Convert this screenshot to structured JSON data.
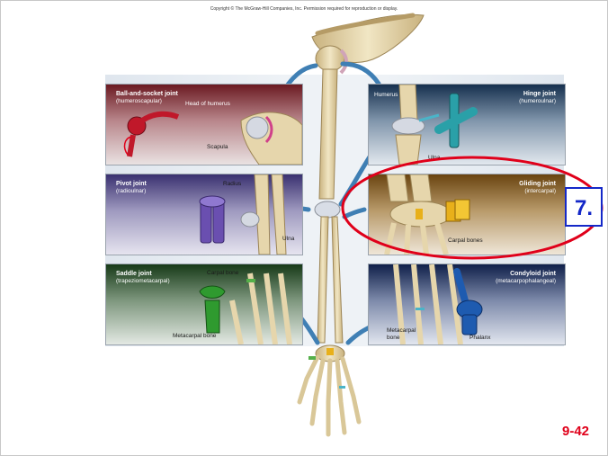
{
  "copyright": "Copyright © The McGraw-Hill Companies, Inc. Permission required for reproduction or display.",
  "panels": {
    "ball_socket": {
      "title": "Ball-and-socket joint",
      "subtitle": "(humeroscapular)",
      "labels": {
        "head_of_humerus": "Head of humerus",
        "scapula": "Scapula"
      }
    },
    "pivot": {
      "title": "Pivot joint",
      "subtitle": "(radioulnar)",
      "labels": {
        "radius": "Radius",
        "ulna": "Ulna"
      }
    },
    "saddle": {
      "title": "Saddle joint",
      "subtitle": "(trapeziometacarpal)",
      "labels": {
        "carpal_bone": "Carpal bone",
        "metacarpal_bone": "Metacarpal bone"
      }
    },
    "hinge": {
      "title": "Hinge joint",
      "subtitle": "(humeroulnar)",
      "labels": {
        "humerus": "Humerus",
        "ulna": "Ulna"
      }
    },
    "gliding": {
      "title": "Gliding joint",
      "subtitle": "(intercarpal)",
      "labels": {
        "carpal_bones": "Carpal bones"
      }
    },
    "condyloid": {
      "title": "Condyloid joint",
      "subtitle": "(metacarpophalangeal)",
      "labels": {
        "metacarpal_bone_1": "Metacarpal",
        "metacarpal_bone_2": "bone",
        "phalanx": "Phalanx"
      }
    }
  },
  "annotation": {
    "number": "7.",
    "ring_color": "#e0001a",
    "badge_color": "#1428c8"
  },
  "slide_number": "9-42",
  "colors": {
    "bone": "#e8d9b0",
    "arrow": "#3f7fb4",
    "ball_model": "#c0182a",
    "pivot_model": "#6a4fb0",
    "saddle_model": "#2f9a2f",
    "hinge_model": "#2aa0a8",
    "gliding_model": "#e8b01a",
    "condyloid_model": "#1e5bb0"
  }
}
